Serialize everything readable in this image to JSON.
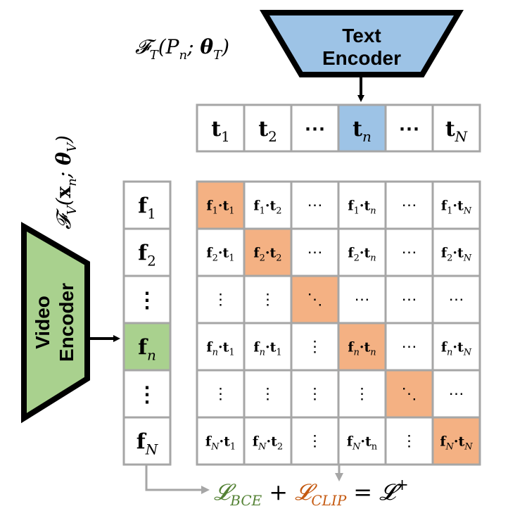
{
  "text_encoder": {
    "label_line1": "Text",
    "label_line2": "Encoder",
    "fill": "#9dc3e6",
    "stroke": "#000000"
  },
  "video_encoder": {
    "label_line1": "Video",
    "label_line2": "Encoder",
    "fill": "#a9d18e",
    "stroke": "#000000"
  },
  "text_function_label": "𝓕_T(P_n; 𝛉_T)",
  "video_function_label": "𝓕_V(𝐱_n; 𝛉_V)",
  "text_features": [
    {
      "main": "t",
      "sub": "1",
      "highlight": false
    },
    {
      "main": "t",
      "sub": "2",
      "highlight": false
    },
    {
      "main": "⋯",
      "sub": "",
      "highlight": false
    },
    {
      "main": "t",
      "sub": "n",
      "highlight": true
    },
    {
      "main": "⋯",
      "sub": "",
      "highlight": false
    },
    {
      "main": "t",
      "sub": "N",
      "highlight": false
    }
  ],
  "video_features": [
    {
      "main": "f",
      "sub": "1",
      "highlight": false
    },
    {
      "main": "f",
      "sub": "2",
      "highlight": false
    },
    {
      "main": "⋮",
      "sub": "",
      "highlight": false
    },
    {
      "main": "f",
      "sub": "n",
      "highlight": true
    },
    {
      "main": "⋮",
      "sub": "",
      "highlight": false
    },
    {
      "main": "f",
      "sub": "N",
      "highlight": false
    }
  ],
  "similarity_matrix": [
    [
      {
        "f": "1",
        "t": "1",
        "diag": true
      },
      {
        "f": "1",
        "t": "2"
      },
      {
        "text": "⋯"
      },
      {
        "f": "1",
        "t": "n"
      },
      {
        "text": "⋯"
      },
      {
        "f": "1",
        "t": "N"
      }
    ],
    [
      {
        "f": "2",
        "t": "1"
      },
      {
        "f": "2",
        "t": "2",
        "diag": true
      },
      {
        "text": "⋯"
      },
      {
        "f": "2",
        "t": "n"
      },
      {
        "text": "⋯"
      },
      {
        "f": "2",
        "t": "N"
      }
    ],
    [
      {
        "text": "⋮"
      },
      {
        "text": "⋮"
      },
      {
        "text": "⋱",
        "diag": true
      },
      {
        "text": "⋯"
      },
      {
        "text": "⋯"
      },
      {
        "text": "⋯"
      }
    ],
    [
      {
        "f": "n",
        "t": "1"
      },
      {
        "f": "n",
        "t": "1"
      },
      {
        "text": "⋮"
      },
      {
        "f": "n",
        "t": "n",
        "diag": true
      },
      {
        "text": "⋯"
      },
      {
        "f": "n",
        "t": "N"
      }
    ],
    [
      {
        "text": "⋮"
      },
      {
        "text": "⋮"
      },
      {
        "text": "⋮"
      },
      {
        "text": "⋮"
      },
      {
        "text": "⋱",
        "diag": true
      },
      {
        "text": "⋯"
      }
    ],
    [
      {
        "f": "N",
        "t": "1"
      },
      {
        "f": "N",
        "t": "2"
      },
      {
        "text": "⋮"
      },
      {
        "f": "N",
        "t": "n",
        "t_plain": true
      },
      {
        "text": "⋮"
      },
      {
        "f": "N",
        "t": "N",
        "diag": true
      }
    ]
  ],
  "loss": {
    "bce_symbol": "𝓛",
    "bce_sub": "BCE",
    "bce_color": "#548235",
    "plus": "+",
    "clip_symbol": "𝓛",
    "clip_sub": "CLIP",
    "clip_color": "#c55a11",
    "equals": "=",
    "result_symbol": "𝓛",
    "result_sup": "+"
  },
  "colors": {
    "grid_stroke": "#a6a6a6",
    "text_highlight": "#9dc3e6",
    "video_highlight": "#a9d18e",
    "diagonal_highlight": "#f4b183",
    "arrow_gray": "#a6a6a6"
  }
}
